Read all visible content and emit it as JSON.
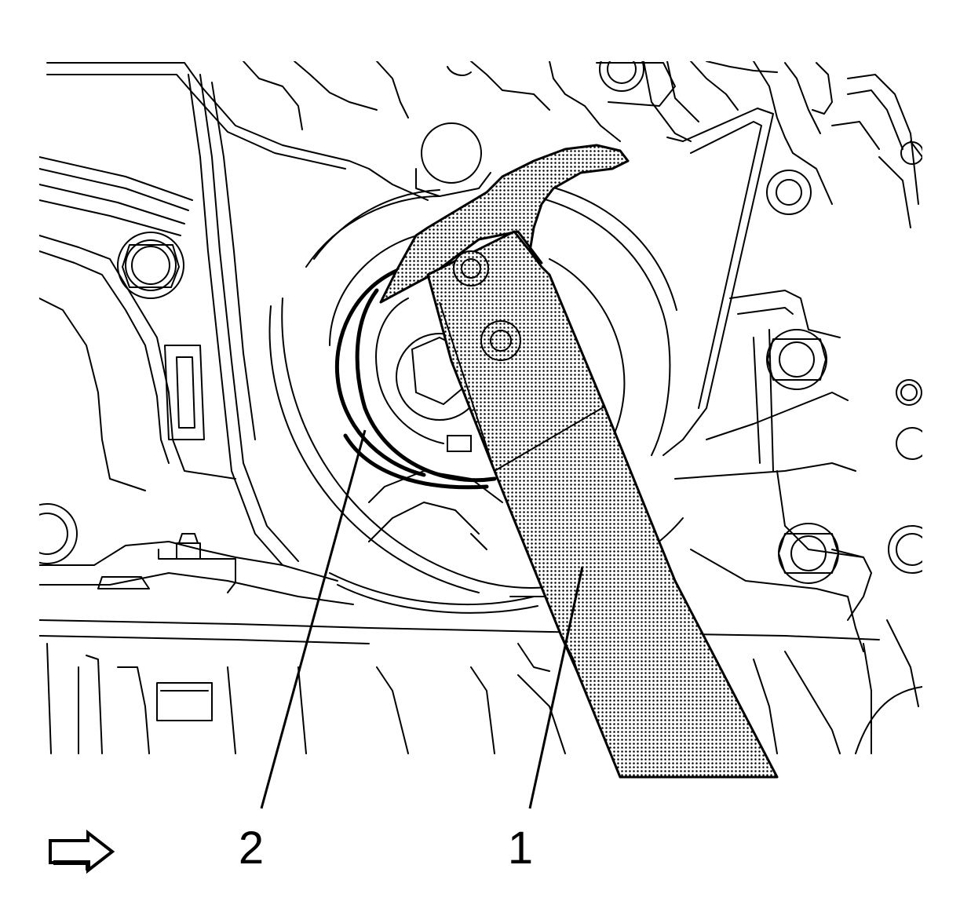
{
  "diagram": {
    "callouts": [
      {
        "id": "1",
        "label": "1"
      },
      {
        "id": "2",
        "label": "2"
      }
    ],
    "view_indicator": "front-arrow-icon"
  }
}
